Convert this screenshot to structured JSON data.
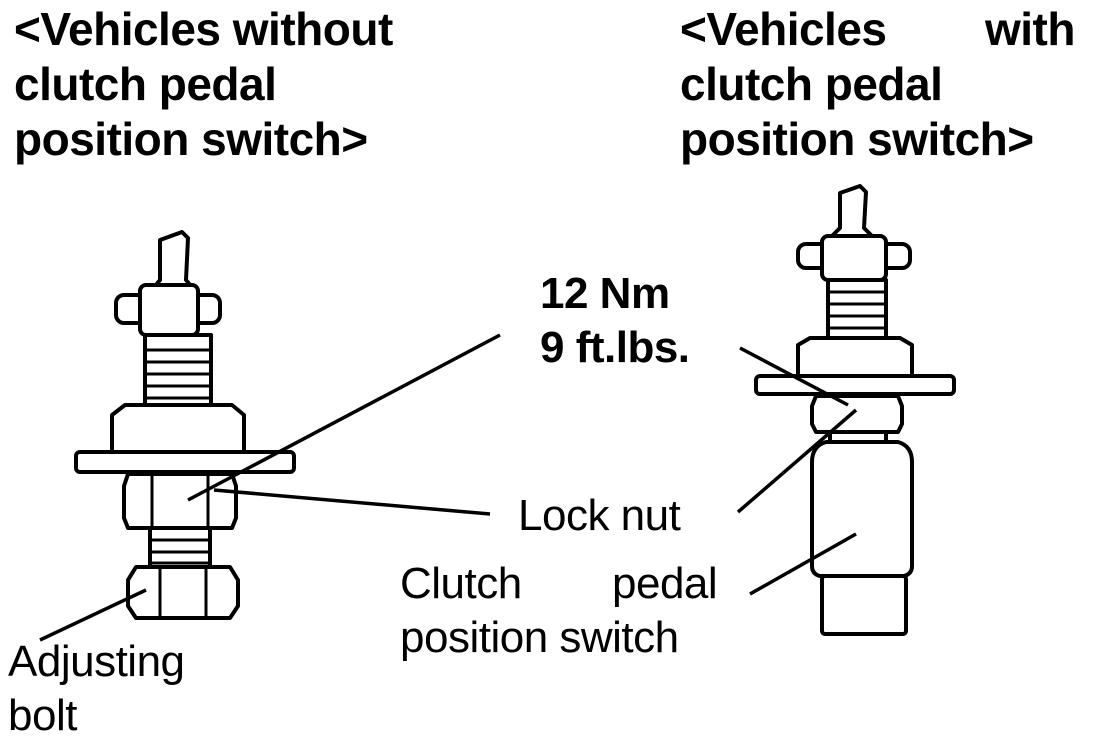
{
  "left_heading": {
    "line1": "<Vehicles without",
    "line2": "clutch pedal",
    "line3": "position switch>"
  },
  "right_heading": {
    "line1a": "<Vehicles",
    "line1b": "with",
    "line2": "clutch pedal",
    "line3": "position switch>"
  },
  "torque": {
    "metric": "12 Nm",
    "imperial": "9 ft.lbs."
  },
  "labels": {
    "lock_nut": "Lock nut",
    "switch_line1a": "Clutch",
    "switch_line1b": "pedal",
    "switch_line2": "position switch",
    "adjusting_line1": "Adjusting",
    "adjusting_line2": "bolt"
  },
  "colors": {
    "ink": "#000000",
    "paper": "#ffffff"
  }
}
